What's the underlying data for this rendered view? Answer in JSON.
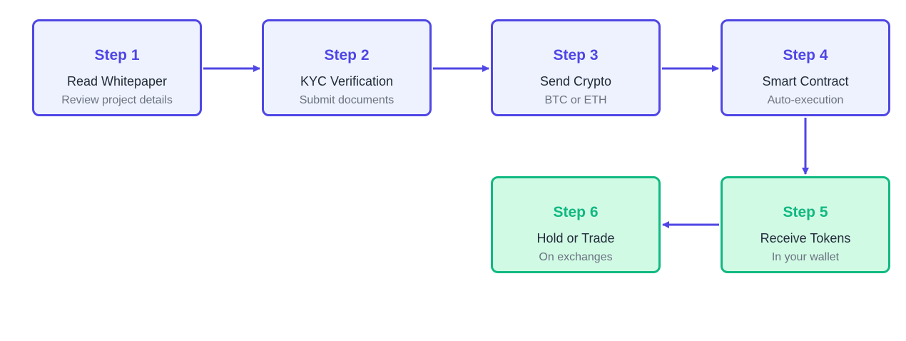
{
  "steps": [
    {
      "title": "Step 1",
      "label": "Read Whitepaper",
      "desc": "Review project details"
    },
    {
      "title": "Step 2",
      "label": "KYC Verification",
      "desc": "Submit documents"
    },
    {
      "title": "Step 3",
      "label": "Send Crypto",
      "desc": "BTC or ETH"
    },
    {
      "title": "Step 4",
      "label": "Smart Contract",
      "desc": "Auto-execution"
    },
    {
      "title": "Step 5",
      "label": "Receive Tokens",
      "desc": "In your wallet"
    },
    {
      "title": "Step 6",
      "label": "Hold or Trade",
      "desc": "On exchanges"
    }
  ],
  "colors": {
    "pending_border": "#4f46e5",
    "pending_fill": "#eef2ff",
    "done_border": "#10b981",
    "done_fill": "#d1fae5",
    "arrow": "#4f46e5"
  }
}
